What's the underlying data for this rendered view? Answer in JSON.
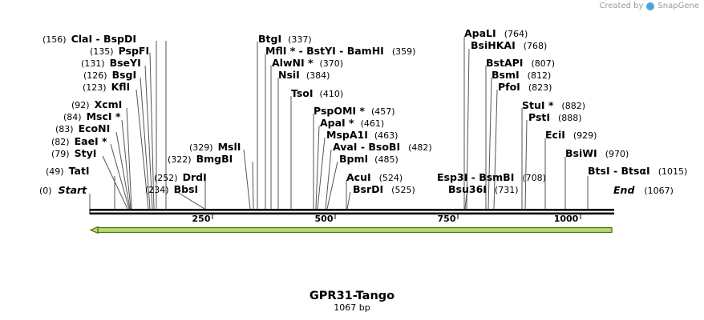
{
  "credit": {
    "prefix": "Created by",
    "brand": "SnapGene"
  },
  "map": {
    "name": "GPR31-Tango",
    "length_label": "1067 bp",
    "start_label": "Start",
    "start_pos": "(0)",
    "end_label": "End",
    "end_pos": "(1067)",
    "ticks": [
      "250",
      "500",
      "750",
      "1000"
    ],
    "feature_color": "#b5d96b"
  },
  "sites": [
    {
      "id": "clai",
      "name": "ClaI",
      "extra": "BspDI",
      "pos": "(156)"
    },
    {
      "id": "pspfi",
      "name": "PspFI",
      "pos": "(135)"
    },
    {
      "id": "bseyi",
      "name": "BseYI",
      "pos": "(131)"
    },
    {
      "id": "bsgi",
      "name": "BsgI",
      "pos": "(126)"
    },
    {
      "id": "kfli",
      "name": "KflI",
      "pos": "(123)"
    },
    {
      "id": "xcmi",
      "name": "XcmI",
      "pos": "(92)"
    },
    {
      "id": "msci",
      "name": "MscI *",
      "pos": "(84)"
    },
    {
      "id": "econi",
      "name": "EcoNI",
      "pos": "(83)"
    },
    {
      "id": "eaei",
      "name": "EaeI *",
      "pos": "(82)"
    },
    {
      "id": "styi",
      "name": "StyI",
      "pos": "(79)"
    },
    {
      "id": "tati",
      "name": "TatI",
      "pos": "(49)"
    },
    {
      "id": "drdi",
      "name": "DrdI",
      "pos": "(252)"
    },
    {
      "id": "bbsi",
      "name": "BbsI",
      "pos": "(234)"
    },
    {
      "id": "bmgbi",
      "name": "BmgBI",
      "pos": "(322)"
    },
    {
      "id": "msli",
      "name": "MslI",
      "pos": "(329)"
    },
    {
      "id": "btgi",
      "name": "BtgI",
      "pos": "(337)"
    },
    {
      "id": "mfli",
      "name": "MflI *",
      "extra": "BstYI",
      "extra2": "BamHI",
      "pos": "(359)"
    },
    {
      "id": "alwni",
      "name": "AlwNI *",
      "pos": "(370)"
    },
    {
      "id": "nsii",
      "name": "NsiI",
      "pos": "(384)"
    },
    {
      "id": "tsoi",
      "name": "TsoI",
      "pos": "(410)"
    },
    {
      "id": "pspomi",
      "name": "PspOMI *",
      "pos": "(457)"
    },
    {
      "id": "apai",
      "name": "ApaI *",
      "pos": "(461)"
    },
    {
      "id": "mspa1i",
      "name": "MspA1I",
      "pos": "(463)"
    },
    {
      "id": "avai",
      "name": "AvaI",
      "extra": "BsoBI",
      "pos": "(482)"
    },
    {
      "id": "bpmi",
      "name": "BpmI",
      "pos": "(485)"
    },
    {
      "id": "acui",
      "name": "AcuI",
      "pos": "(524)"
    },
    {
      "id": "bsrdi",
      "name": "BsrDI",
      "pos": "(525)"
    },
    {
      "id": "apali",
      "name": "ApaLI",
      "pos": "(764)"
    },
    {
      "id": "bsihkai",
      "name": "BsiHKAI",
      "pos": "(768)"
    },
    {
      "id": "bstapi",
      "name": "BstAPI",
      "pos": "(807)"
    },
    {
      "id": "bsmi",
      "name": "BsmI",
      "pos": "(812)"
    },
    {
      "id": "pfoi",
      "name": "PfoI",
      "pos": "(823)"
    },
    {
      "id": "esp3i",
      "name": "Esp3I",
      "extra": "BsmBI",
      "pos": "(708)"
    },
    {
      "id": "bsu36i",
      "name": "Bsu36I",
      "pos": "(731)"
    },
    {
      "id": "stui",
      "name": "StuI *",
      "pos": "(882)"
    },
    {
      "id": "psti",
      "name": "PstI",
      "pos": "(888)"
    },
    {
      "id": "ecii",
      "name": "EciI",
      "pos": "(929)"
    },
    {
      "id": "bsiwi",
      "name": "BsiWI",
      "pos": "(970)"
    },
    {
      "id": "btsi",
      "name": "BtsI",
      "extra": "BtsαI",
      "pos": "(1015)"
    }
  ]
}
